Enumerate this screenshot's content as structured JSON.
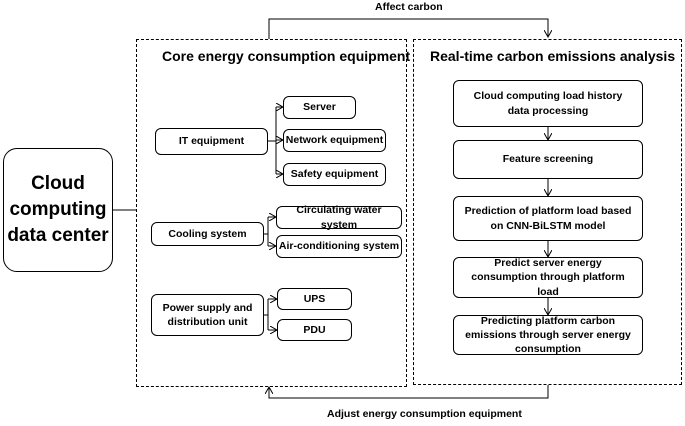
{
  "top_label": "Affect carbon",
  "bottom_label": "Adjust energy consumption equipment",
  "center_node": "Cloud computing data center",
  "left_panel": {
    "title": "Core energy consumption equipment",
    "groups": [
      {
        "label": "IT equipment",
        "children": [
          "Server",
          "Network equipment",
          "Safety equipment"
        ]
      },
      {
        "label": "Cooling system",
        "children": [
          "Circulating water system",
          "Air-conditioning system"
        ]
      },
      {
        "label": "Power supply and distribution unit",
        "children": [
          "UPS",
          "PDU"
        ]
      }
    ]
  },
  "right_panel": {
    "title": "Real-time carbon emissions analysis",
    "steps": [
      "Cloud computing load history data processing",
      "Feature screening",
      "Prediction of platform load based on CNN-BiLSTM model",
      "Predict server energy consumption through platform load",
      "Predicting platform carbon emissions through server energy consumption"
    ]
  }
}
